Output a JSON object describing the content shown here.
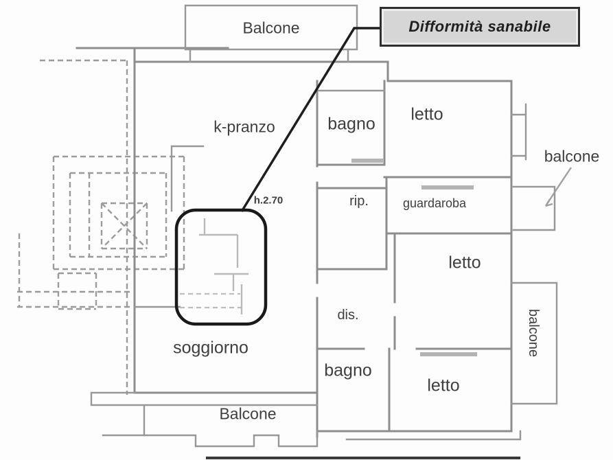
{
  "figure": {
    "type": "floor-plan",
    "language": "Italian"
  },
  "callout": {
    "label": "Difformità sanabile"
  },
  "labels": {
    "balcone_top": "Balcone",
    "k_pranzo": "k-pranzo",
    "h_270": "h.2.70",
    "bagno_top": "bagno",
    "letto_top": "letto",
    "balcone_right": "balcone",
    "rip": "rip.",
    "guardaroba": "guardaroba",
    "letto_mid": "letto",
    "dis": "dis.",
    "balcone_vert": "balcone",
    "soggiorno": "soggiorno",
    "bagno_bottom": "bagno",
    "letto_bottom": "letto",
    "balcone_bottom": "Balcone"
  },
  "colors": {
    "wall_gray": "#8d8d8d",
    "dash_gray": "#9b9b9b",
    "faint_gray": "#b9b9b9",
    "dark_line": "#1e1e1e",
    "callout_bg": "#d6d6d6",
    "callout_border": "#2f2f2f",
    "text": "#3f3f3f"
  }
}
